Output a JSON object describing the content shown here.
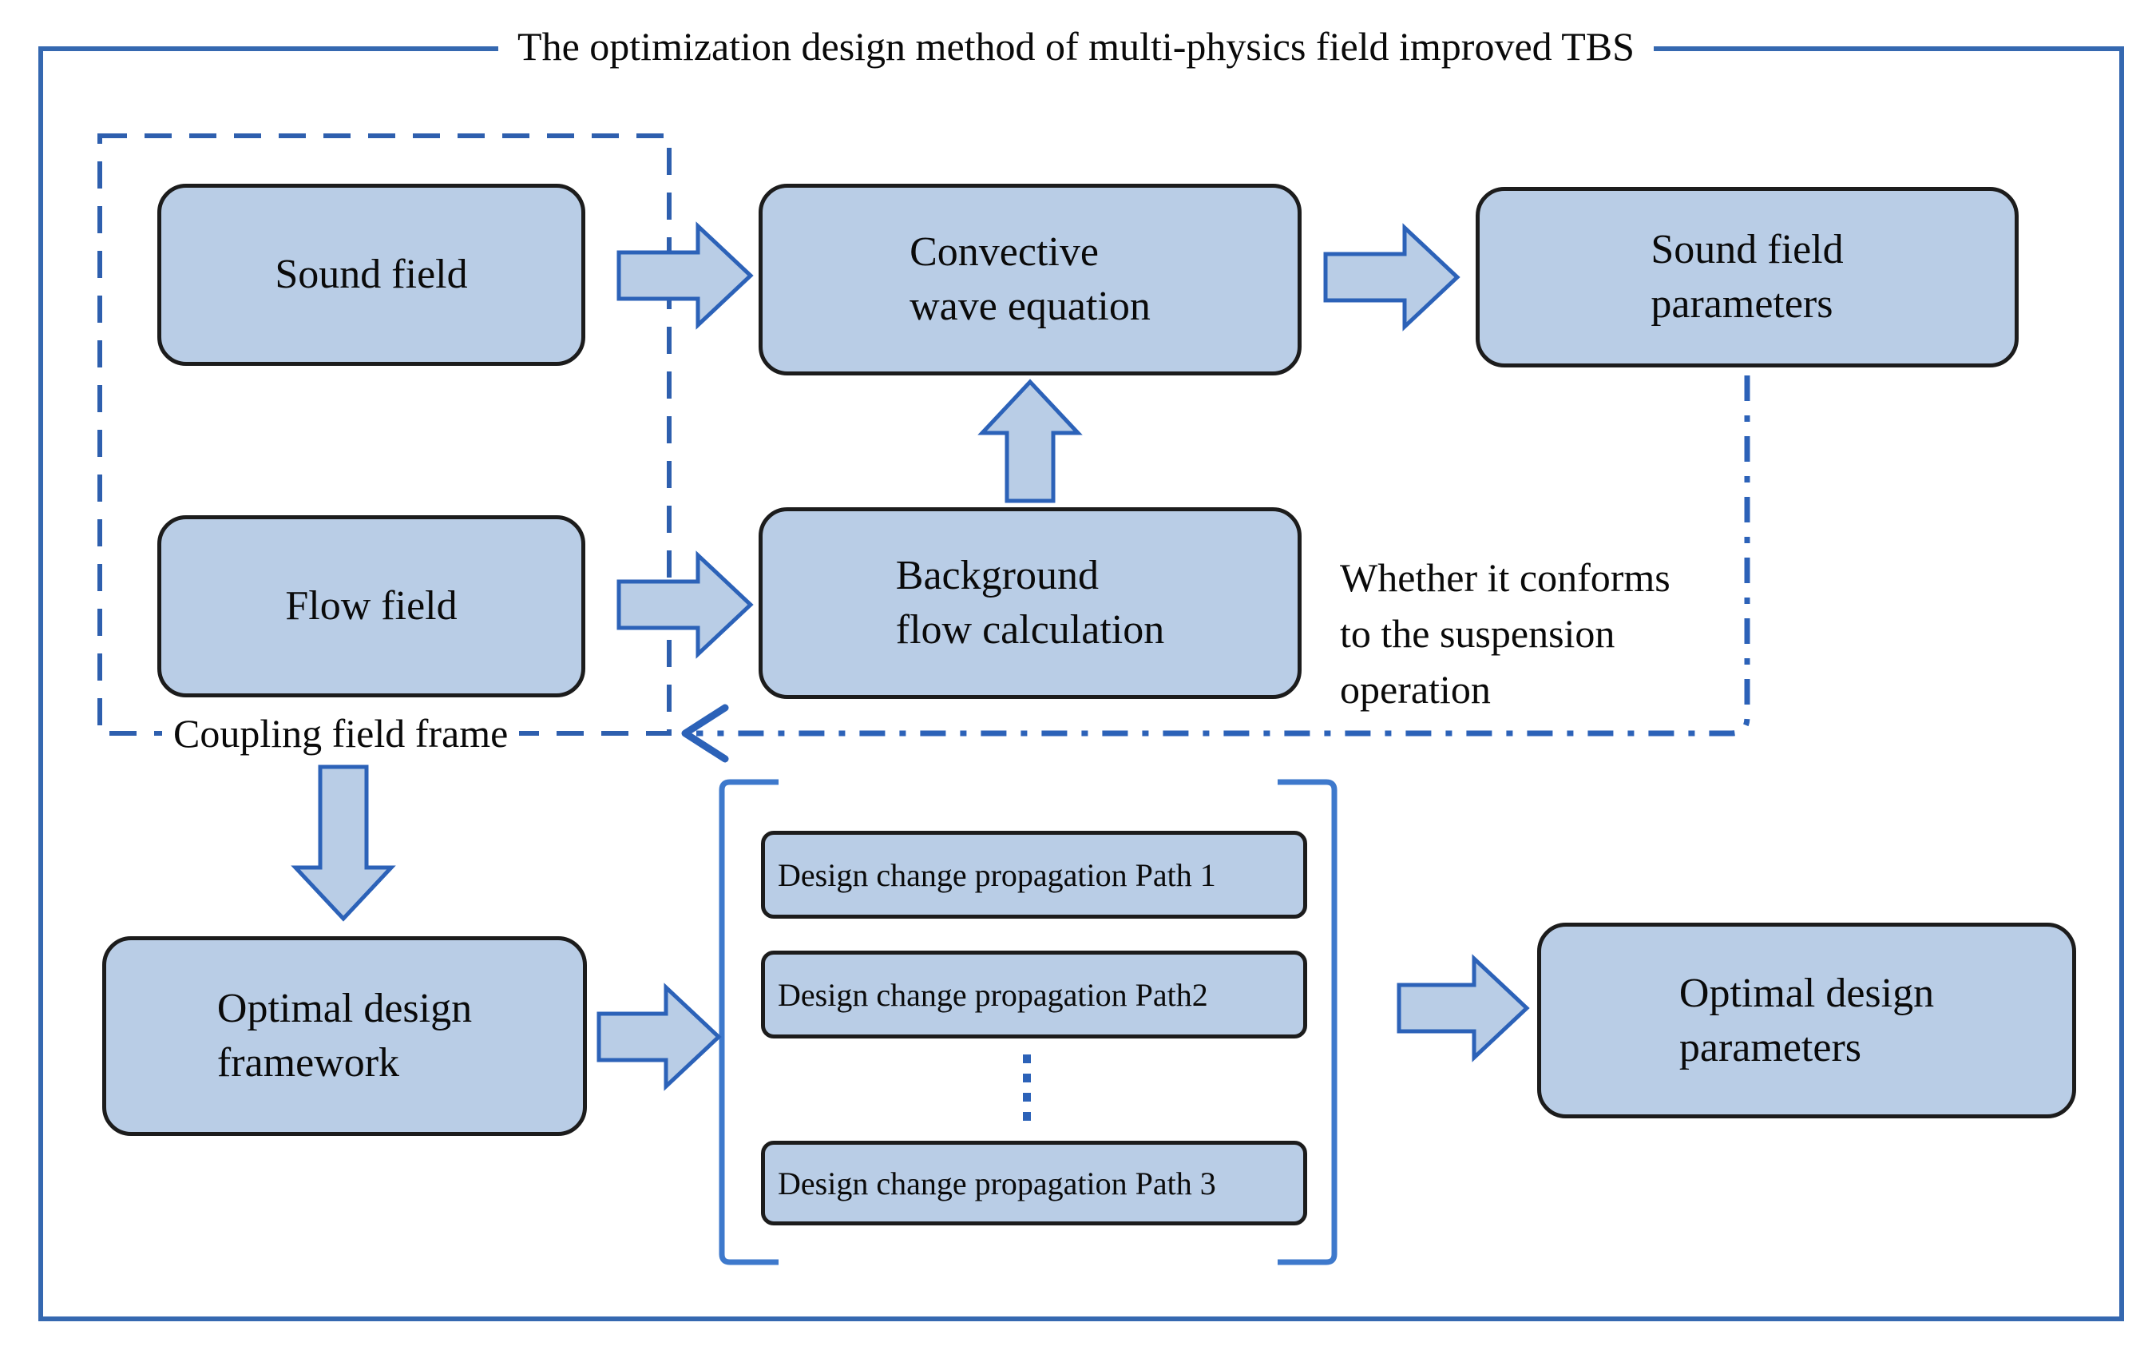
{
  "figure": {
    "title": "The optimization design method of multi-physics field improved TBS"
  },
  "nodes": {
    "sound_field": {
      "label": "Sound field"
    },
    "flow_field": {
      "label": "Flow field"
    },
    "convective_wave_equation": {
      "line1": "Convective",
      "line2": "wave equation"
    },
    "background_flow_calculation": {
      "line1": "Background",
      "line2": "flow calculation"
    },
    "sound_field_parameters": {
      "line1": "Sound field",
      "line2": "parameters"
    },
    "optimal_design_framework": {
      "line1": "Optimal design",
      "line2": "framework"
    },
    "optimal_design_parameters": {
      "line1": "Optimal design",
      "line2": "parameters"
    }
  },
  "propagation_paths": [
    "Design change propagation Path 1",
    "Design change propagation Path2",
    "Design change propagation Path 3"
  ],
  "labels": {
    "coupling_frame": "Coupling field frame",
    "condition": {
      "line1": "Whether it conforms",
      "line2": "to the suspension",
      "line3": "operation"
    }
  },
  "colors": {
    "outer_border_blue": "#3568b0",
    "line_blue": "#2c62b8",
    "bracket_blue": "#3e79cc",
    "node_fill": "#b9cde6",
    "node_border": "#1c1c1c",
    "text": "#0a0a0a"
  }
}
